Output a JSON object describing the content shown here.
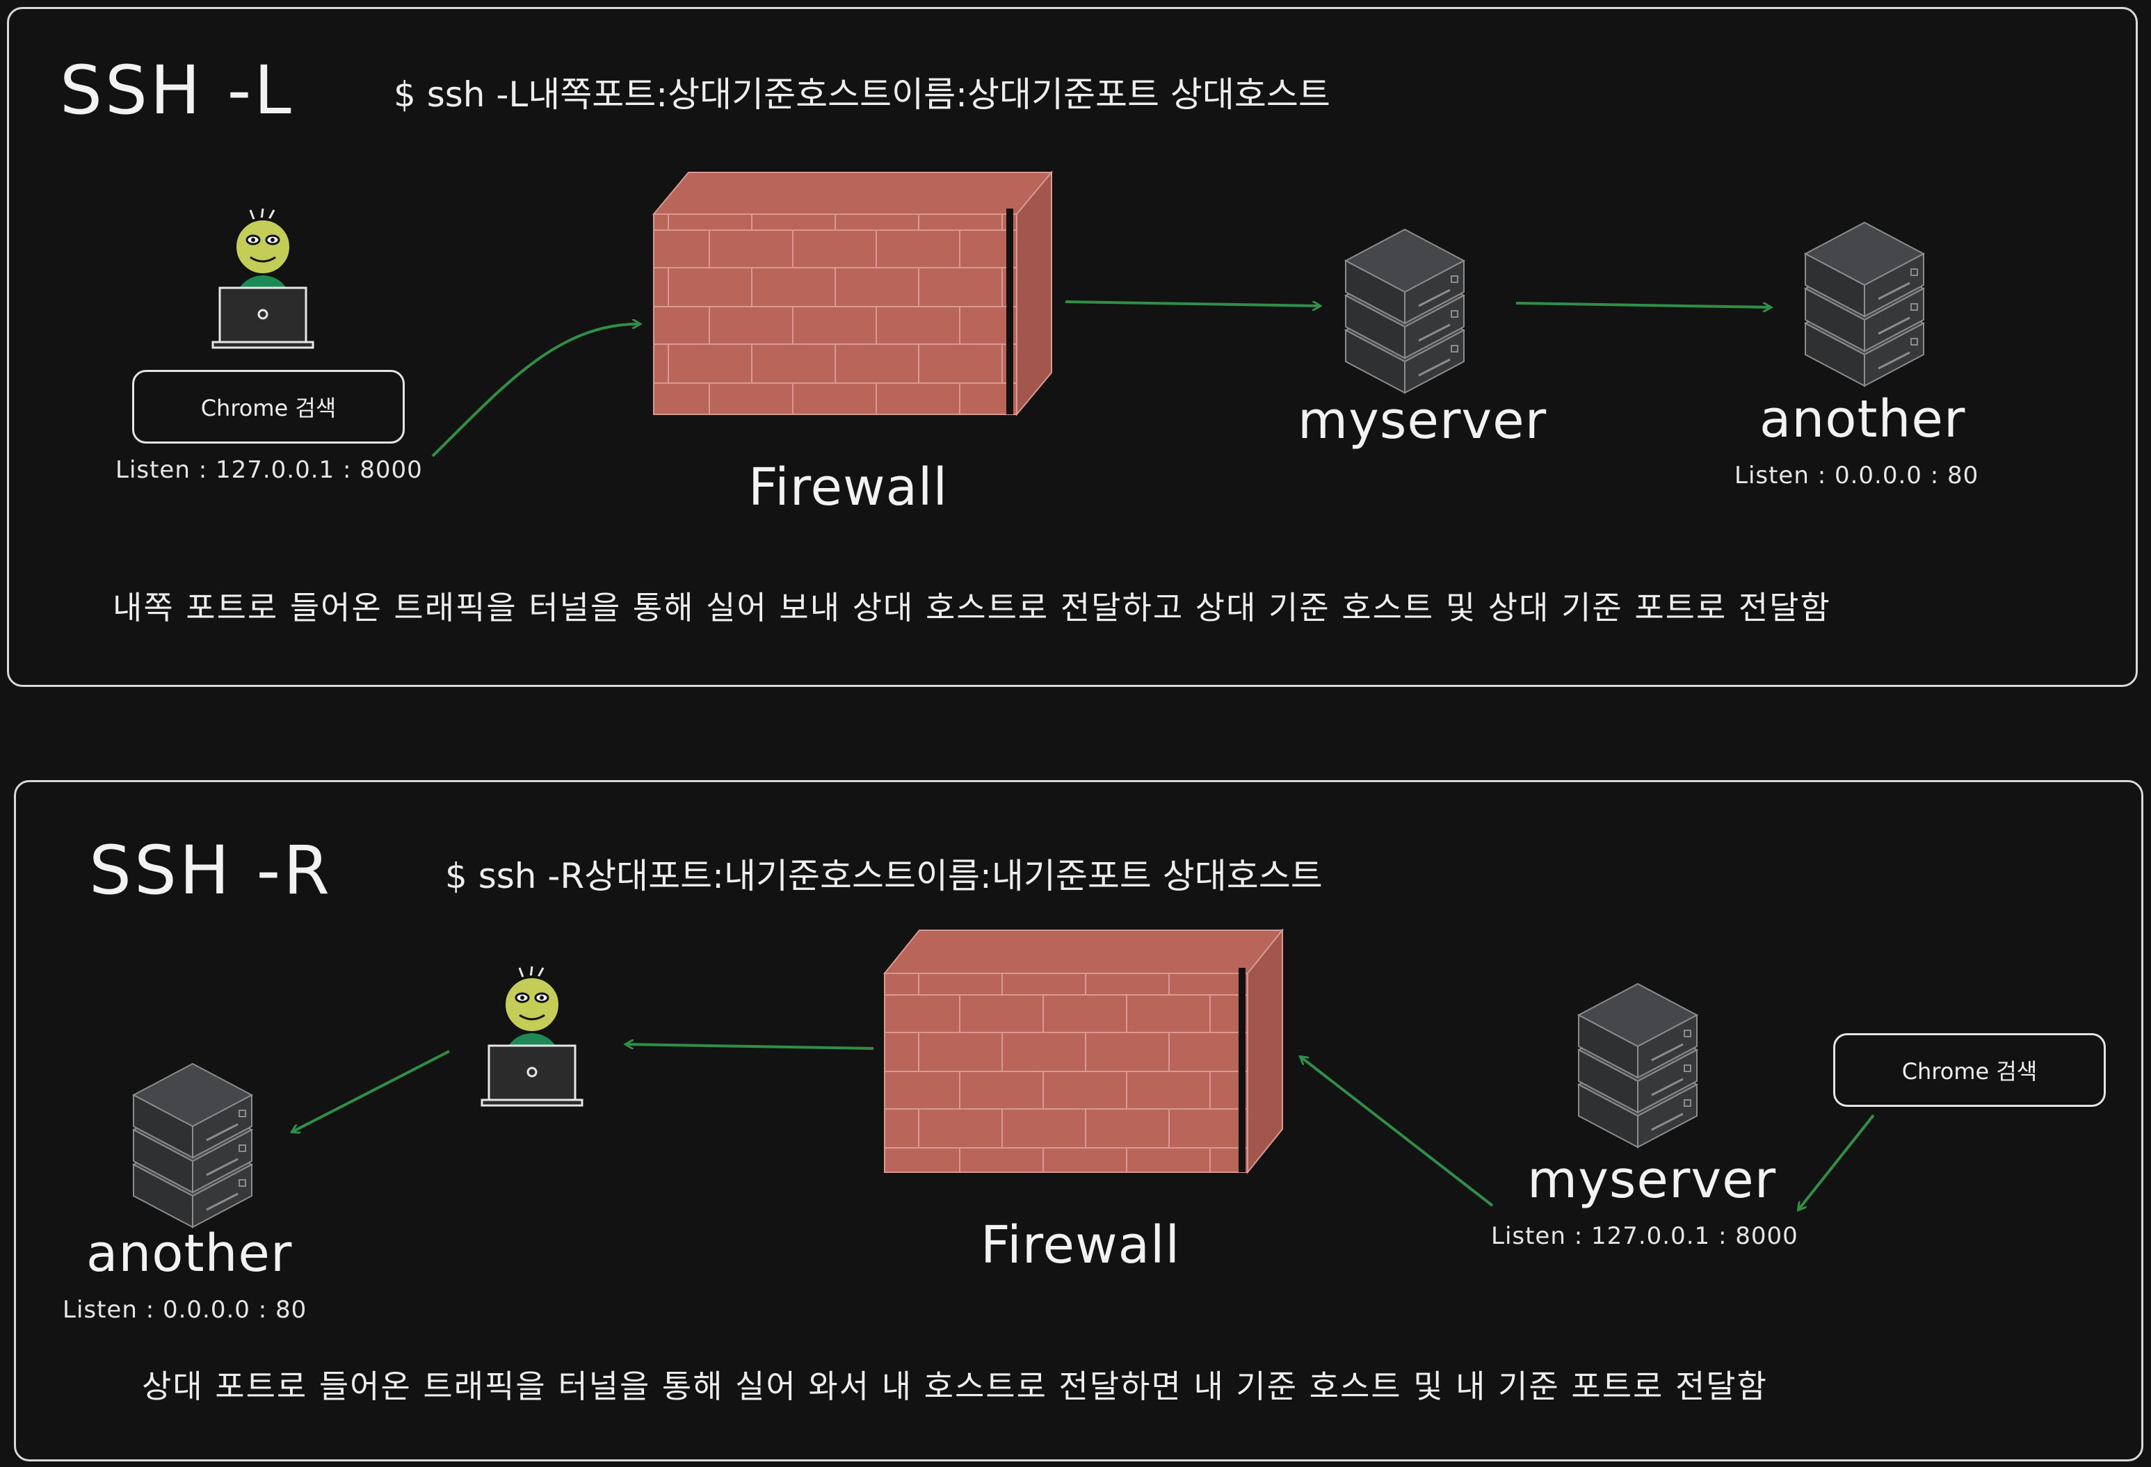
{
  "top": {
    "title": "SSH -L",
    "command": "$ ssh -L내쪽포트:상대기준호스트이름:상대기준포트 상대호스트",
    "chrome_label": "Chrome 검색",
    "local_listen": "Listen : 127.0.0.1 : 8000",
    "firewall_label": "Firewall",
    "myserver_label": "myserver",
    "another_label": "another",
    "another_listen": "Listen : 0.0.0.0 : 80",
    "caption": "내쪽 포트로 들어온 트래픽을 터널을 통해 실어 보내 상대 호스트로 전달하고 상대 기준 호스트 및 상대 기준 포트로 전달함"
  },
  "bottom": {
    "title": "SSH -R",
    "command": "$ ssh -R상대포트:내기준호스트이름:내기준포트 상대호스트",
    "chrome_label": "Chrome 검색",
    "firewall_label": "Firewall",
    "myserver_label": "myserver",
    "myserver_listen": "Listen : 127.0.0.1 : 8000",
    "another_label": "another",
    "another_listen": "Listen : 0.0.0.0 : 80",
    "caption": "상대 포트로 들어온 트래픽을 터널을 통해 실어 와서 내 호스트로 전달하면 내 기준 호스트 및 내 기준 포트로 전달함"
  },
  "colors": {
    "background": "#121212",
    "arrow": "#2f8f46",
    "brick": "#b9655a",
    "server": "#3a3b3d",
    "shirt": "#1d8a55"
  }
}
